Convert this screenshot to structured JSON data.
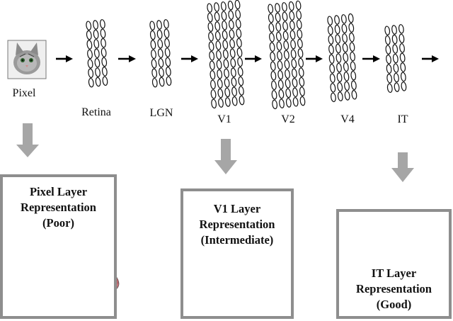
{
  "stages": {
    "pixel": "Pixel",
    "retina": "Retina",
    "lgn": "LGN",
    "v1": "V1",
    "v2": "V2",
    "v4": "V4",
    "it": "IT"
  },
  "boxes": {
    "pixel": {
      "line1": "Pixel Layer",
      "line2": "Representation",
      "line3": "(Poor)"
    },
    "v1": {
      "line1": "V1 Layer",
      "line2": "Representation",
      "line3": "(Intermediate)"
    },
    "it": {
      "line1": "IT Layer",
      "line2": "Representation",
      "line3": "(Good)"
    }
  },
  "colors": {
    "arrow_gray": "#a6a6a6",
    "box_border": "#8e8e8e",
    "manifold_red": "#c0392b",
    "manifold_blue": "#5a6fc4"
  },
  "icons": [
    "cat-photo-icon",
    "doge-photo-icon",
    "neuron-grid-icon",
    "manifold-icon"
  ]
}
